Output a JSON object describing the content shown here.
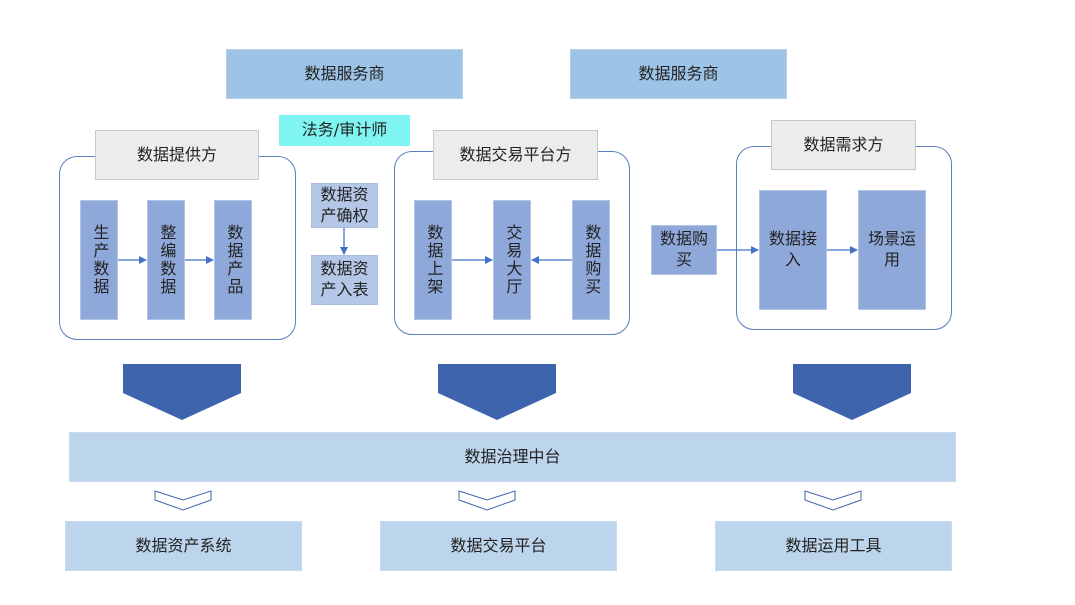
{
  "service_providers": [
    "数据服务商",
    "数据服务商"
  ],
  "legal_auditor": "法务/审计师",
  "provider": {
    "title": "数据提供方",
    "steps": [
      "生产数据",
      "整编数据",
      "数据产品"
    ]
  },
  "asset_flow": [
    "数据资产确权",
    "数据资产入表"
  ],
  "platform": {
    "title": "数据交易平台方",
    "steps": [
      "数据上架",
      "交易大厅",
      "数据购买"
    ]
  },
  "purchase": "数据购买",
  "demand": {
    "title": "数据需求方",
    "steps": [
      "数据接入",
      "场景运用"
    ]
  },
  "governance": "数据治理中台",
  "outputs": [
    "数据资产系统",
    "数据交易平台",
    "数据运用工具"
  ],
  "colors": {
    "service": "#9dc3e6",
    "step": "#8fa8da",
    "arrow_block": "#3f64ae",
    "connector": "#4472c4",
    "legal": "#7ff5f2"
  }
}
